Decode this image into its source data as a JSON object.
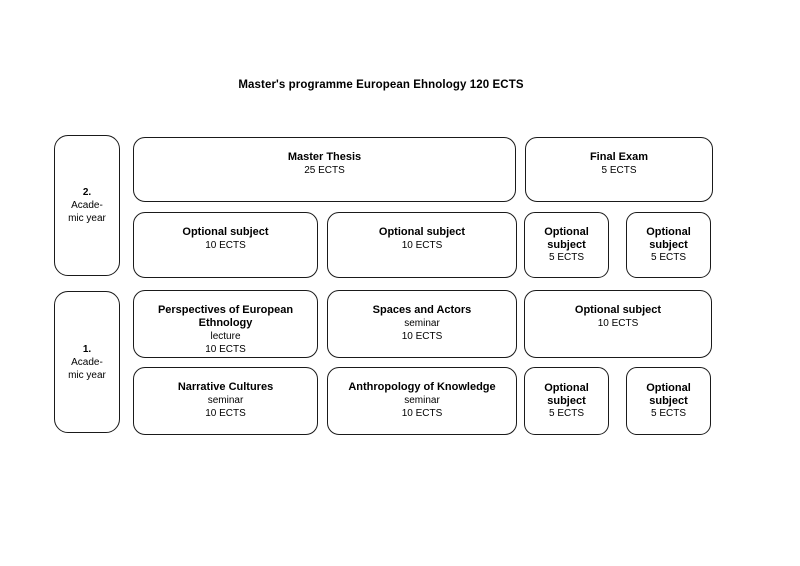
{
  "page_title": "Master's programme European Ehnology 120 ECTS",
  "colors": {
    "background": "#ffffff",
    "border": "#1a1a1a",
    "text": "#000000"
  },
  "years": [
    {
      "id": "year-2",
      "number": "2.",
      "label": "Acade-\nmic year"
    },
    {
      "id": "year-1",
      "number": "1.",
      "label": "Acade-\nmic year"
    }
  ],
  "boxes": [
    {
      "id": "master-thesis",
      "title": "Master Thesis",
      "subtitle": "",
      "ects": "25 ECTS"
    },
    {
      "id": "final-exam",
      "title": "Final Exam",
      "subtitle": "",
      "ects": "5 ECTS"
    },
    {
      "id": "optional-subject-y2-left",
      "title": "Optional subject",
      "subtitle": "",
      "ects": "10 ECTS"
    },
    {
      "id": "optional-subject-y2-mid",
      "title": "Optional subject",
      "subtitle": "",
      "ects": "10 ECTS"
    },
    {
      "id": "optional-subject-y2-small-1",
      "title": "Optional subject",
      "subtitle": "",
      "ects": "5 ECTS"
    },
    {
      "id": "optional-subject-y2-small-2",
      "title": "Optional subject",
      "subtitle": "",
      "ects": "5 ECTS"
    },
    {
      "id": "perspectives-european-ethnology",
      "title": "Perspectives of European Ethnology",
      "subtitle": "lecture",
      "ects": "10 ECTS"
    },
    {
      "id": "spaces-and-actors",
      "title": "Spaces and Actors",
      "subtitle": "seminar",
      "ects": "10 ECTS"
    },
    {
      "id": "optional-subject-y1-right",
      "title": "Optional subject",
      "subtitle": "",
      "ects": "10 ECTS"
    },
    {
      "id": "narrative-cultures",
      "title": "Narrative Cultures",
      "subtitle": "seminar",
      "ects": "10 ECTS"
    },
    {
      "id": "anthropology-of-knowledge",
      "title": "Anthropology of Knowledge",
      "subtitle": "seminar",
      "ects": "10 ECTS"
    },
    {
      "id": "optional-subject-y1-small-1",
      "title": "Optional subject",
      "subtitle": "",
      "ects": "5 ECTS"
    },
    {
      "id": "optional-subject-y1-small-2",
      "title": "Optional subject",
      "subtitle": "",
      "ects": "5 ECTS"
    }
  ]
}
